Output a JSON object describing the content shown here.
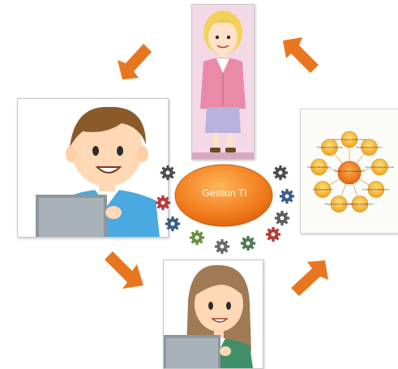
{
  "hub": {
    "label": "Gestion TI",
    "fill": "#f07a1a"
  },
  "arrows": {
    "color": "#e8761f"
  },
  "panels": [
    {
      "name": "woman-blonde-panel",
      "icon": "businesswoman-illustration"
    },
    {
      "name": "man-at-computer-panel",
      "icon": "man-at-laptop-illustration"
    },
    {
      "name": "woman-at-computer-panel",
      "icon": "woman-at-laptop-illustration"
    },
    {
      "name": "requirements-cycle-panel",
      "icon": "requirements-cycle-diagram"
    }
  ],
  "cycle_diagram": {
    "center_label": "Requirements Management",
    "nodes": [
      "Project Concepts and Principles",
      "Requirements Definition",
      "Operational Requirements",
      "Functional Requirements",
      "Technology Management",
      "Requirements Traceability",
      "Risk Management",
      "Change Management",
      "Requirements Planning"
    ]
  },
  "gears": [
    {
      "name": "gear-icon-1",
      "color": "#4c4c4c"
    },
    {
      "name": "gear-icon-2",
      "color": "#b53a3a"
    },
    {
      "name": "gear-icon-3",
      "color": "#3d5a8a"
    },
    {
      "name": "gear-icon-4",
      "color": "#6b8e3d"
    },
    {
      "name": "gear-icon-5",
      "color": "#6a6a6a"
    },
    {
      "name": "gear-icon-6",
      "color": "#4f7a52"
    },
    {
      "name": "gear-icon-7",
      "color": "#b53a3a"
    },
    {
      "name": "gear-icon-8",
      "color": "#4c4c4c"
    },
    {
      "name": "gear-icon-9",
      "color": "#3d5a8a"
    },
    {
      "name": "gear-icon-10",
      "color": "#5d5d5d"
    }
  ]
}
